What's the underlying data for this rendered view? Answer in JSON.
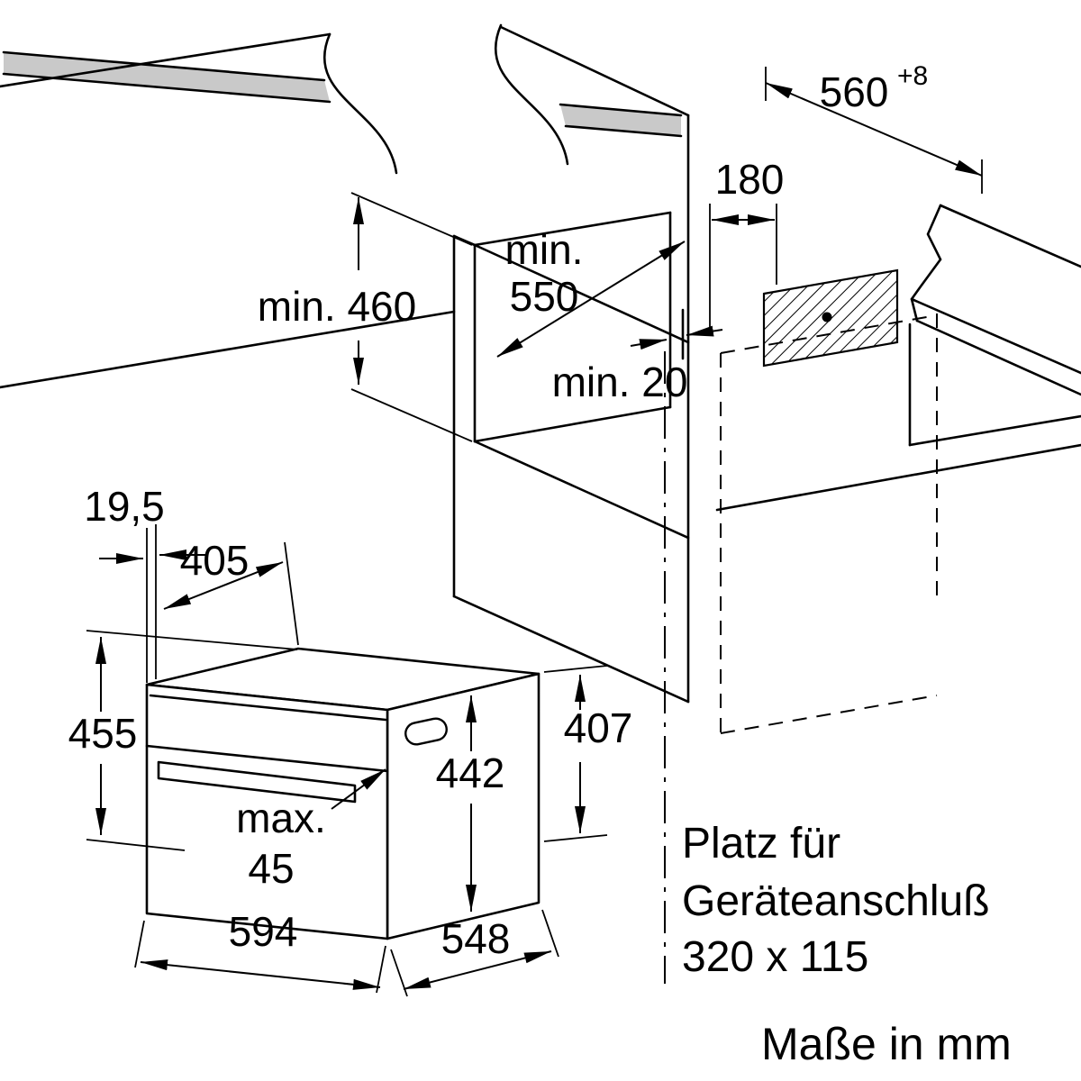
{
  "diagram": {
    "type": "appliance-installation-drawing",
    "unit": "Maße in mm",
    "colors": {
      "line": "#000000",
      "counter_edge": "#c9c9c9",
      "background": "#ffffff"
    },
    "labels": {
      "niche_height": "min. 460",
      "niche_depth_line1": "min.",
      "niche_depth_line2": "550",
      "top_gap": "180",
      "niche_width": "560",
      "niche_width_tol": "+8",
      "rear_gap": "min. 20",
      "door_overhang": "19,5",
      "top_depth": "405",
      "appliance_height": "455",
      "casing_height": "442",
      "casing_rear_height": "407",
      "handle_max_line1": "max.",
      "handle_max_line2": "45",
      "appliance_width": "594",
      "appliance_depth": "548",
      "connection_line1": "Platz für",
      "connection_line2": "Geräteanschluß",
      "connection_line3": "320 x 115"
    }
  }
}
